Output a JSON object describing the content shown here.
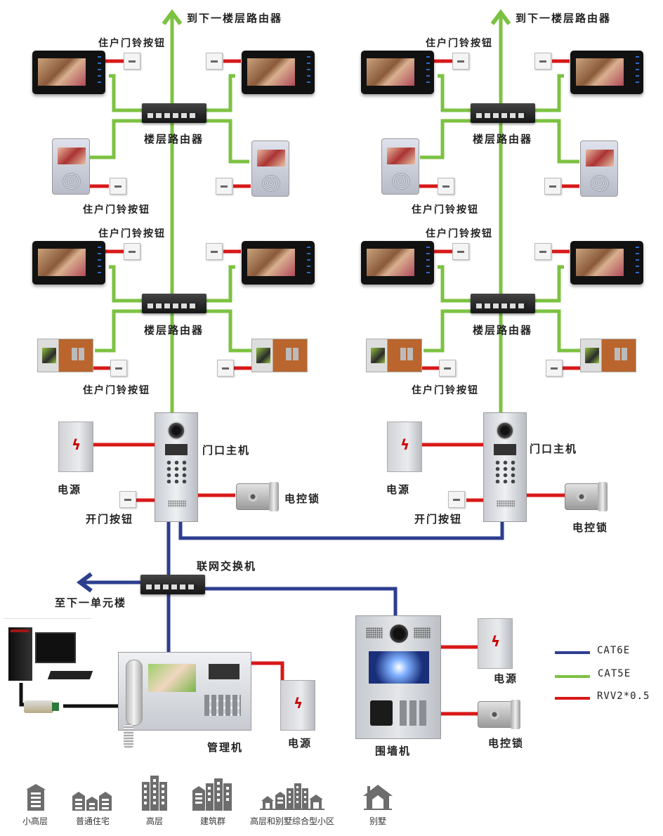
{
  "colors": {
    "cat6e": "#2d3e8f",
    "cat5e": "#7cc242",
    "rvv": "#d81818"
  },
  "left_building": {
    "up_arrow_label": "到下一楼层路由器",
    "floor_upper": {
      "router_label": "楼层路由器",
      "doorbell_label_top": "住户门铃按钮",
      "doorbell_label_bottom": "住户门铃按钮"
    },
    "floor_lower": {
      "router_label": "楼层路由器",
      "doorbell_label_top": "住户门铃按钮",
      "doorbell_label_bottom": "住户门铃按钮"
    },
    "door_station_label": "门口主机",
    "power_label": "电源",
    "exit_button_label": "开门按钮",
    "lock_label": "电控锁"
  },
  "right_building": {
    "up_arrow_label": "到下一楼层路由器",
    "floor_upper": {
      "router_label": "楼层路由器",
      "doorbell_label_top": "住户门铃按钮",
      "doorbell_label_bottom": "住户门铃按钮"
    },
    "floor_lower": {
      "router_label": "楼层路由器",
      "doorbell_label_top": "住户门铃按钮",
      "doorbell_label_bottom": "住户门铃按钮"
    },
    "door_station_label": "门口主机",
    "power_label": "电源",
    "exit_button_label": "开门按钮",
    "lock_label": "电控锁"
  },
  "network": {
    "switch_label": "联网交换机",
    "next_unit_label": "至下一单元楼"
  },
  "management": {
    "unit_label": "管理机",
    "power_label": "电源"
  },
  "wall_station": {
    "unit_label": "围墙机",
    "power_label": "电源",
    "lock_label": "电控锁"
  },
  "legend": [
    {
      "name": "CAT6E",
      "color": "#2d3e8f"
    },
    {
      "name": "CAT5E",
      "color": "#7cc242"
    },
    {
      "name": "RVV2*0.5",
      "color": "#d81818"
    }
  ],
  "building_types": [
    {
      "icon": "low-rise-icon",
      "label": "小高层"
    },
    {
      "icon": "residential-icon",
      "label": "普通住宅"
    },
    {
      "icon": "high-rise-icon",
      "label": "高层"
    },
    {
      "icon": "building-group-icon",
      "label": "建筑群"
    },
    {
      "icon": "mixed-community-icon",
      "label": "高层和别墅综合型小区"
    },
    {
      "icon": "villa-icon",
      "label": "别墅"
    }
  ]
}
